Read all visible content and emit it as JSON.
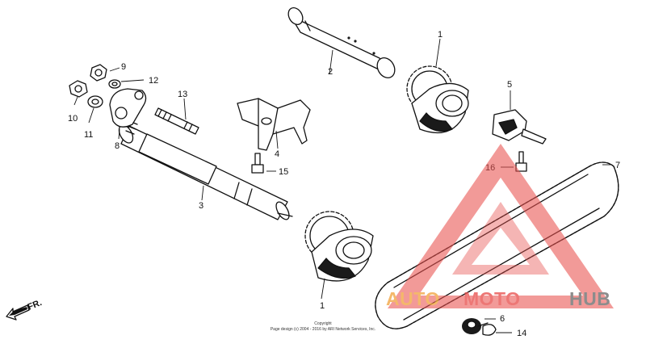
{
  "callouts": {
    "c1_top": "1",
    "c1_bottom": "1",
    "c2": "2",
    "c3": "3",
    "c4": "4",
    "c5": "5",
    "c6": "6",
    "c7": "7",
    "c8": "8",
    "c9": "9",
    "c10": "10",
    "c11": "11",
    "c12": "12",
    "c13": "13",
    "c14": "14",
    "c15": "15",
    "c16": "16"
  },
  "direction_label": "FR.",
  "copyright": {
    "line1": "Copyright",
    "line2": "Page design (c) 2004 - 2016 by ARI Network Services, Inc."
  },
  "watermark": {
    "part1": "AUTO",
    "part2": "MOTO",
    "part3": "HUB",
    "color_red": "#e8524f",
    "color_orange": "#f2a541",
    "color_gray": "#6d6d6d"
  }
}
